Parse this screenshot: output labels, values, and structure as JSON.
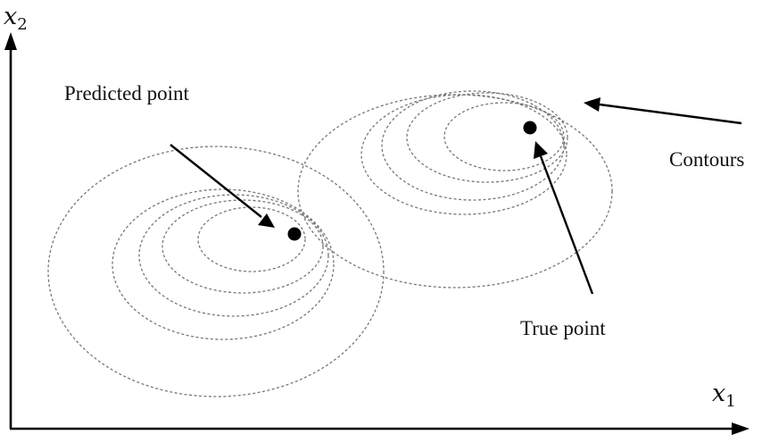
{
  "axes": {
    "x_label": "x",
    "x_subscript": "1",
    "y_label": "x",
    "y_subscript": "2"
  },
  "labels": {
    "predicted_point": "Predicted point",
    "true_point": "True point",
    "contours": "Contours"
  },
  "colors": {
    "stroke": "#000000",
    "contour": "#777777",
    "background": "#ffffff"
  }
}
